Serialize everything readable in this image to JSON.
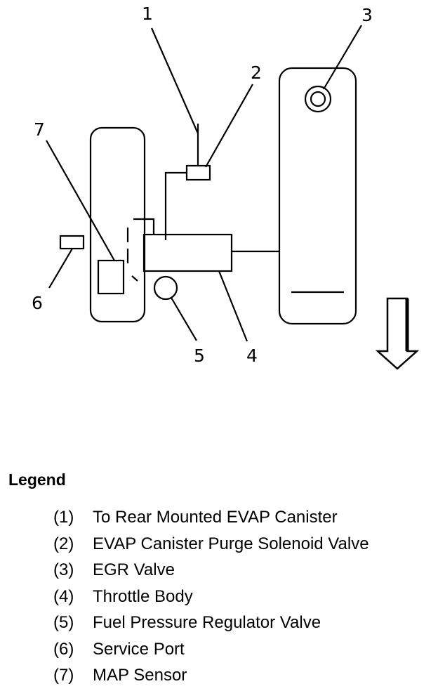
{
  "callouts": [
    "1",
    "2",
    "3",
    "4",
    "5",
    "6",
    "7"
  ],
  "legend": {
    "title": "Legend",
    "items": [
      {
        "num": "(1)",
        "text": "To Rear Mounted EVAP Canister"
      },
      {
        "num": "(2)",
        "text": "EVAP Canister Purge Solenoid Valve"
      },
      {
        "num": "(3)",
        "text": "EGR Valve"
      },
      {
        "num": "(4)",
        "text": "Throttle Body"
      },
      {
        "num": "(5)",
        "text": "Fuel Pressure Regulator Valve"
      },
      {
        "num": "(6)",
        "text": "Service Port"
      },
      {
        "num": "(7)",
        "text": "MAP Sensor"
      }
    ]
  },
  "icons": {
    "direction": "arrow-down-icon"
  }
}
